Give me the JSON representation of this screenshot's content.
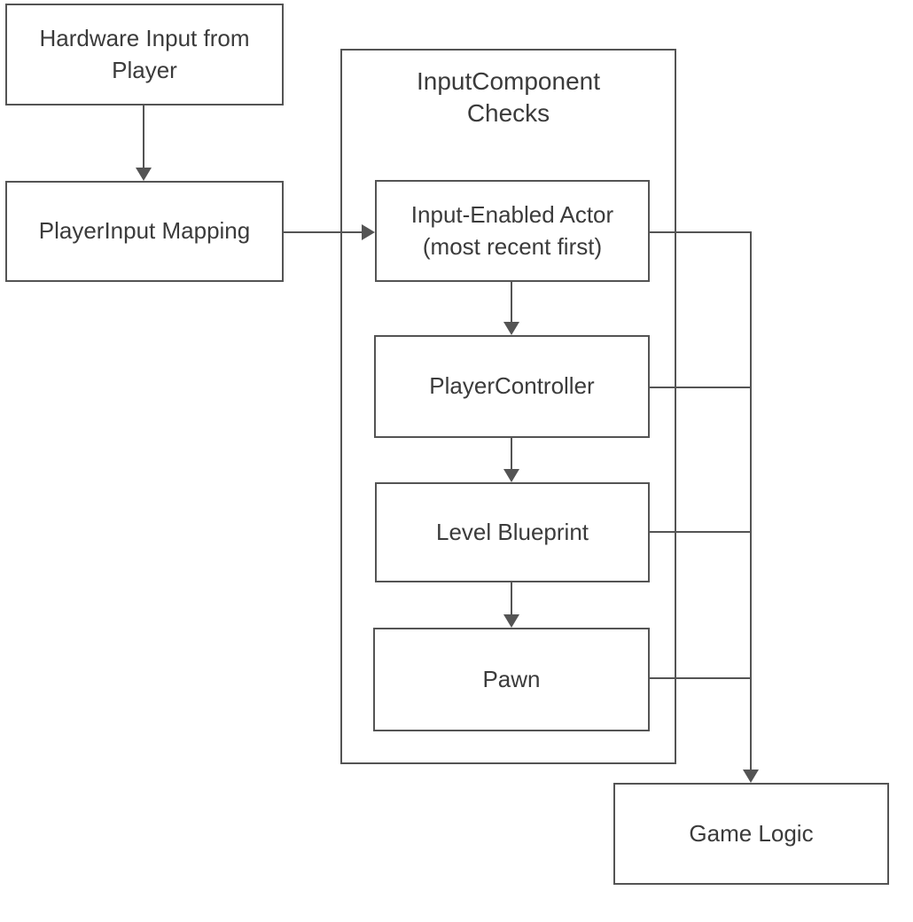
{
  "diagram": {
    "colors": {
      "line": "#545454",
      "text": "#3b3b3b",
      "background": "#ffffff"
    },
    "nodes": {
      "hardware_input": {
        "line1": "Hardware Input from",
        "line2": "Player"
      },
      "playerinput_mapping": {
        "label": "PlayerInput Mapping"
      },
      "inputcomponent_checks": {
        "line1": "InputComponent",
        "line2": "Checks"
      },
      "input_enabled_actor": {
        "line1": "Input-Enabled Actor",
        "line2": "(most recent first)"
      },
      "player_controller": {
        "label": "PlayerController"
      },
      "level_blueprint": {
        "label": "Level Blueprint"
      },
      "pawn": {
        "label": "Pawn"
      },
      "game_logic": {
        "label": "Game Logic"
      }
    },
    "edges": [
      {
        "from": "hardware_input",
        "to": "playerinput_mapping",
        "arrow": true
      },
      {
        "from": "playerinput_mapping",
        "to": "input_enabled_actor",
        "arrow": true
      },
      {
        "from": "input_enabled_actor",
        "to": "player_controller",
        "arrow": true
      },
      {
        "from": "player_controller",
        "to": "level_blueprint",
        "arrow": true
      },
      {
        "from": "level_blueprint",
        "to": "pawn",
        "arrow": true
      },
      {
        "from": "input_enabled_actor",
        "to": "game_logic",
        "arrow": false
      },
      {
        "from": "player_controller",
        "to": "game_logic",
        "arrow": false
      },
      {
        "from": "level_blueprint",
        "to": "game_logic",
        "arrow": false
      },
      {
        "from": "pawn",
        "to": "game_logic",
        "arrow": true
      }
    ]
  }
}
